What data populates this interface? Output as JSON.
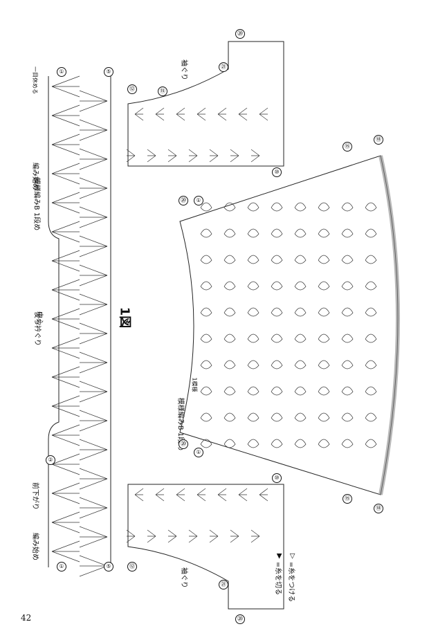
{
  "page_number": "42",
  "figure_label": "1図",
  "labels": {
    "sleeve_edge_top": "袖ぐり",
    "sleeve_edge_bottom": "袖ぐり",
    "back_neck_edge": "後ろ衿ぐり",
    "front_drop": "前下がり",
    "center": "中心",
    "pattern_b": "模様編みB 1段め",
    "pattern_b_2": "模様編みB 1段め",
    "start_stitch": "編み始め",
    "start_stitch_2": "編み始め",
    "one_pattern": "1模様",
    "first_row_mark": "一目休める"
  },
  "row_markers": [
    "①",
    "⑤",
    "⑩",
    "⑮",
    "⑱",
    "⑫",
    "㉑",
    "⑳",
    "②"
  ],
  "legend": {
    "attach": "=糸をつける",
    "cut": "=糸を切る"
  }
}
